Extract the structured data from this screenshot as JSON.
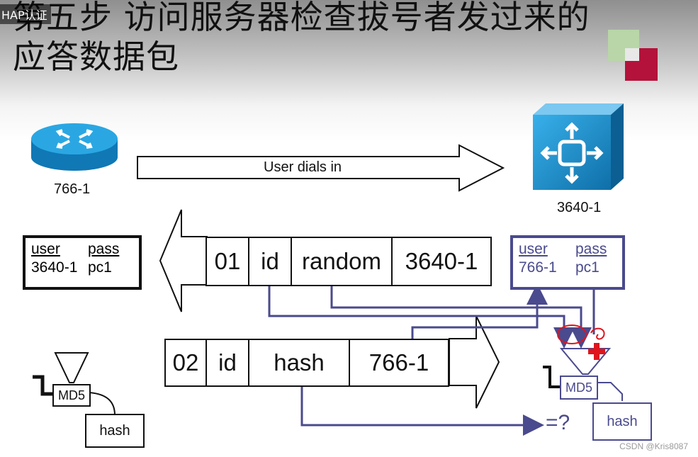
{
  "slide": {
    "title": "第五步 访问服务器检查拔号者发过来的应答数据包",
    "corner_tab": "HAP认证"
  },
  "devices": {
    "router_label": "766-1",
    "server_label": "3640-1",
    "router_icon": "router-icon",
    "server_icon": "access-server-icon"
  },
  "arrows": {
    "dial_in_label": "User dials in"
  },
  "challenge_packet": {
    "fields": [
      "01",
      "id",
      "random",
      "3640-1"
    ]
  },
  "response_packet": {
    "fields": [
      "02",
      "id",
      "hash",
      "766-1"
    ]
  },
  "left_db": {
    "headers": [
      "user",
      "pass"
    ],
    "row": [
      "3640-1",
      "pc1"
    ]
  },
  "right_db": {
    "headers": [
      "user",
      "pass"
    ],
    "row": [
      "766-1",
      "pc1"
    ]
  },
  "md5": {
    "left_label": "MD5",
    "left_hash": "hash",
    "right_label": "MD5",
    "right_hash": "hash"
  },
  "compare_label": "=?",
  "watermark": "CSDN @Kris8087",
  "colors": {
    "router_blue": "#1e9ad6",
    "server_blue": "#1b8bd0",
    "line_purple": "#4a4a8e",
    "annotation_red": "#e0141c",
    "deco_green": "#b9d6a8",
    "deco_red": "#b4123a"
  }
}
